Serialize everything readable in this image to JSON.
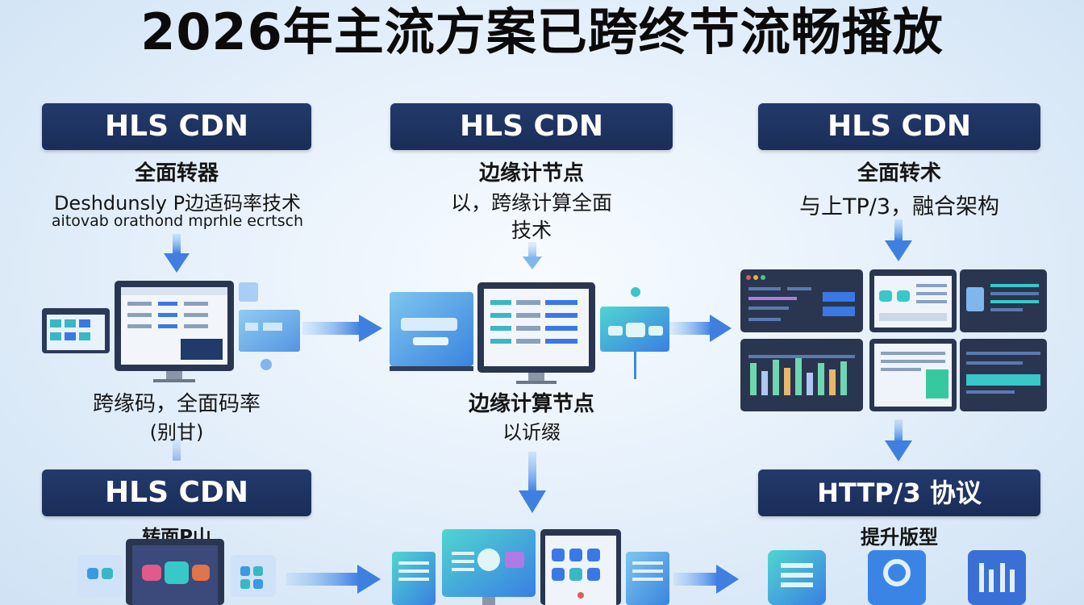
{
  "title": "2026年主流方案已跨终节流畅播放",
  "col1": {
    "badge": "HLS CDN",
    "heading": "全面转器",
    "line1": "Deshdunsly P边适码率技术",
    "line2": "aitovab orathond mprhle ecrtsch",
    "caption1": "跨缘码，全面码率",
    "caption2": "(别甘)"
  },
  "col2": {
    "badge": "HLS CDN",
    "heading": "边缘计节点",
    "line1": "以，跨缘计算全面",
    "line2": "技术",
    "caption1": "边缘计算节点",
    "caption2": "以䜣缀"
  },
  "col3": {
    "badge": "HLS CDN",
    "heading": "全面转术",
    "line1": "与上TP/3，融合架构"
  },
  "bottom_left": {
    "badge": "HLS CDN",
    "heading": "转面P山"
  },
  "bottom_right": {
    "badge": "HTTP/3 协议",
    "heading": "提升版型"
  },
  "colors": {
    "badge_bg": "#1f3465",
    "arrow": "#3d7fe0",
    "screen_bg": "#2a3650",
    "accent_teal": "#38c8c8",
    "accent_blue": "#3a78e6"
  }
}
